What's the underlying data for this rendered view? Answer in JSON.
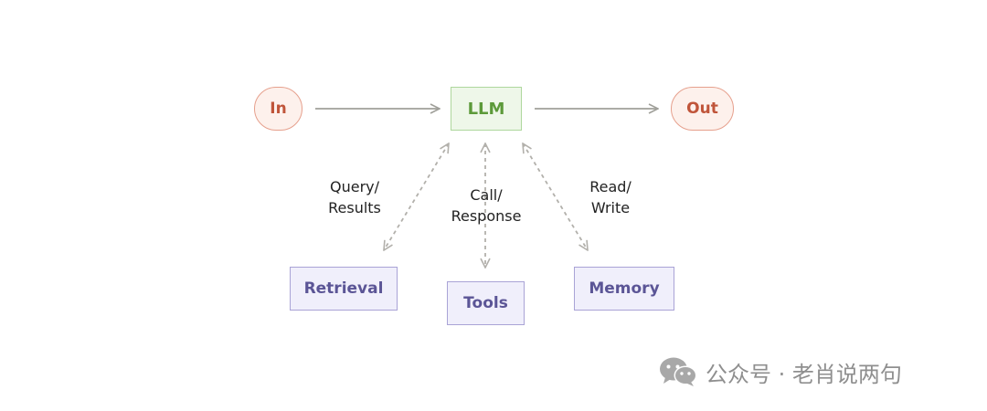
{
  "nodes": {
    "input": "In",
    "llm": "LLM",
    "output": "Out",
    "retrieval": "Retrieval",
    "tools": "Tools",
    "memory": "Memory"
  },
  "edge_labels": {
    "retrieval": [
      "Query/",
      "Results"
    ],
    "tools": [
      "Call/",
      "Response"
    ],
    "memory": [
      "Read/",
      "Write"
    ]
  },
  "watermark": {
    "icon": "wechat-icon",
    "text": "公众号 · 老肖说两句"
  },
  "colors": {
    "io_text": "#c0553a",
    "llm_text": "#5c9a3a",
    "tool_text": "#5b5596",
    "arrow": "#a0a09a",
    "dashed_arrow": "#b2b0ab"
  }
}
